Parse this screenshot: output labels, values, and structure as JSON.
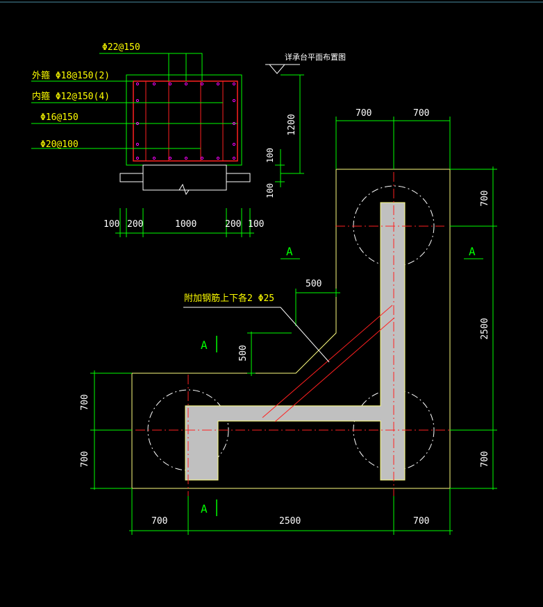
{
  "section": {
    "labels": {
      "top_bar": "Φ22@150",
      "outer_stirrup": "外箍 Φ18@150(2)",
      "inner_stirrup": "内箍 Φ12@150(4)",
      "side_bar": "Φ16@150",
      "bottom_bar": "Φ20@100"
    },
    "elevation_note": "详承台平面布置图",
    "dims": {
      "height": "1200",
      "top_cover": "100",
      "bottom_cover": "100",
      "w1": "100",
      "w2": "200",
      "w3": "1000",
      "w4": "200",
      "w5": "100"
    }
  },
  "plan": {
    "dims": {
      "top_left": "700",
      "top_right": "700",
      "right_top": "700",
      "right_mid": "2500",
      "right_bottom": "700",
      "left_top": "700",
      "left_bottom": "700",
      "bottom_left": "700",
      "bottom_mid": "2500",
      "bottom_right": "700",
      "chamfer_h": "500",
      "chamfer_v": "500"
    },
    "extra_rebar_note": "附加钢筋上下各2 Φ25",
    "section_marks": {
      "top_left": "A",
      "top_right": "A",
      "mid_left": "A",
      "bottom": "A"
    }
  },
  "colors": {
    "background": "#000000",
    "dim_line": "#00ff00",
    "text": "#ffffff",
    "rebar_red": "#ff2020",
    "outline_yellow": "#ffff80",
    "leader_yellow": "#ffff00",
    "beam_fill": "#c0c0c0",
    "pile_circle": "#ffffff",
    "rebar_dot": "#ff00ff"
  }
}
